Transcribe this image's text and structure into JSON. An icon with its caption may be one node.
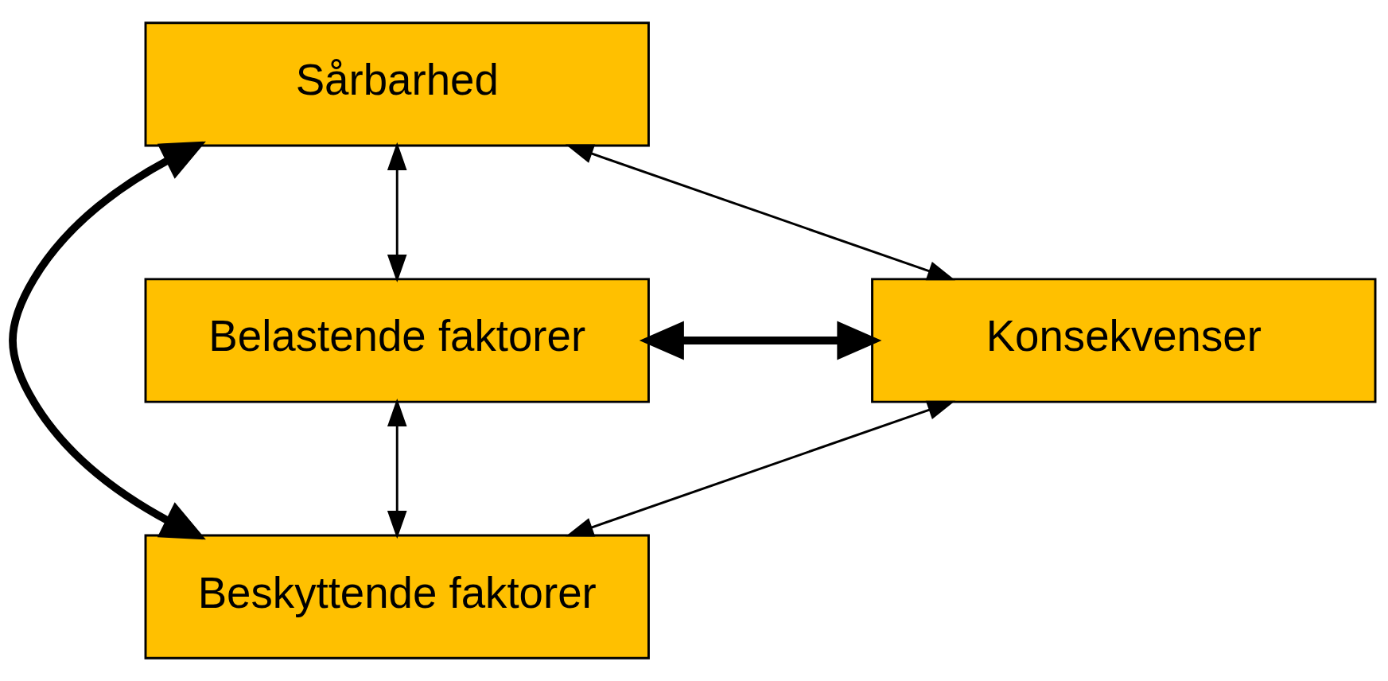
{
  "diagram": {
    "nodes": [
      {
        "text": [
          "Sårbarhed"
        ]
      },
      {
        "text": [
          "Belastende faktorer"
        ]
      },
      {
        "text": [
          "Konsekvenser"
        ]
      },
      {
        "text": [
          "Beskyttende faktorer"
        ]
      }
    ],
    "edges": [
      {
        "from": 1,
        "to": 0,
        "arrow": "both"
      },
      {
        "from": 0,
        "to": 2,
        "arrow": "both"
      },
      {
        "from": 1,
        "to": 3,
        "arrow": "both"
      },
      {
        "from": 3,
        "to": 2,
        "arrow": "both"
      },
      {
        "from": 0,
        "to": 3,
        "arrow": "both",
        "style": "thick"
      },
      {
        "from": 1,
        "to": 2,
        "arrow": "both",
        "style": "thick"
      }
    ]
  }
}
